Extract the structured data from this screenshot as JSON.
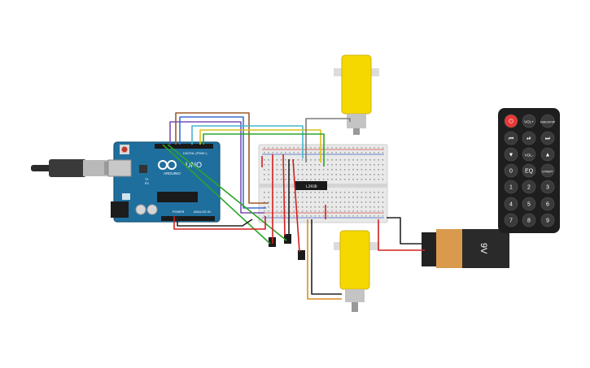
{
  "arduino": {
    "logo": "ARDUINO",
    "model": "UNO",
    "digital_label": "DIGITAL (PWM~)",
    "power_label": "POWER",
    "analog_label": "ANALOG IN",
    "tx_label": "TX",
    "rx_label": "RX"
  },
  "driver_chip": {
    "label": "L293D"
  },
  "battery": {
    "label": "9V",
    "color": "#d99a4e"
  },
  "remote": {
    "buttons": [
      {
        "label": "⏻",
        "name": "power"
      },
      {
        "label": "VOL+",
        "name": "vol-up"
      },
      {
        "label": "FUNC/STOP",
        "name": "func-stop"
      },
      {
        "label": "⏮",
        "name": "prev"
      },
      {
        "label": "⏯",
        "name": "play-pause"
      },
      {
        "label": "⏭",
        "name": "next"
      },
      {
        "label": "▼",
        "name": "down"
      },
      {
        "label": "VOL-",
        "name": "vol-down"
      },
      {
        "label": "▲",
        "name": "up"
      },
      {
        "label": "0",
        "name": "0"
      },
      {
        "label": "EQ",
        "name": "eq"
      },
      {
        "label": "ST/REPT",
        "name": "st-rept"
      },
      {
        "label": "1",
        "name": "1"
      },
      {
        "label": "2",
        "name": "2"
      },
      {
        "label": "3",
        "name": "3"
      },
      {
        "label": "4",
        "name": "4"
      },
      {
        "label": "5",
        "name": "5"
      },
      {
        "label": "6",
        "name": "6"
      },
      {
        "label": "7",
        "name": "7"
      },
      {
        "label": "8",
        "name": "8"
      },
      {
        "label": "9",
        "name": "9"
      }
    ]
  },
  "colors": {
    "arduino_board": "#1f6f9e",
    "motor_body": "#f5d800",
    "wire_red": "#d22020",
    "wire_black": "#222222",
    "wire_green": "#2aa52a",
    "wire_blue": "#3b6fd1",
    "wire_purple": "#7a4fb5",
    "wire_brown": "#9b5a2a",
    "wire_orange": "#e08a1e",
    "wire_cyan": "#45b7c9",
    "wire_yellow": "#d9c21c",
    "wire_gray": "#7b7b7b"
  }
}
